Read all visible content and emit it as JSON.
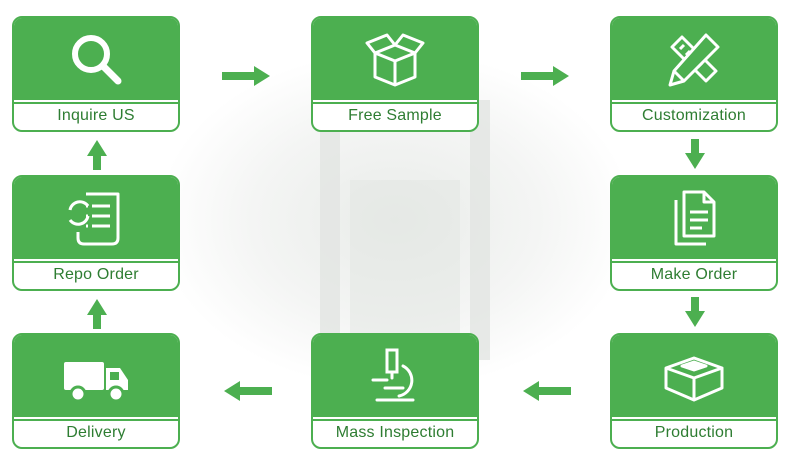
{
  "colors": {
    "accent": "#4caf50",
    "label_text": "#2e7d32"
  },
  "steps": [
    {
      "id": "inquire",
      "label": "Inquire US",
      "icon": "magnifier-icon"
    },
    {
      "id": "free_sample",
      "label": "Free Sample",
      "icon": "open-box-icon"
    },
    {
      "id": "customization",
      "label": "Customization",
      "icon": "pencil-ruler-icon"
    },
    {
      "id": "make_order",
      "label": "Make Order",
      "icon": "documents-icon"
    },
    {
      "id": "production",
      "label": "Production",
      "icon": "package-tray-icon"
    },
    {
      "id": "mass_inspection",
      "label": "Mass Inspection",
      "icon": "microscope-icon"
    },
    {
      "id": "delivery",
      "label": "Delivery",
      "icon": "truck-icon"
    },
    {
      "id": "repo_order",
      "label": "Repo Order",
      "icon": "reorder-document-icon"
    }
  ]
}
